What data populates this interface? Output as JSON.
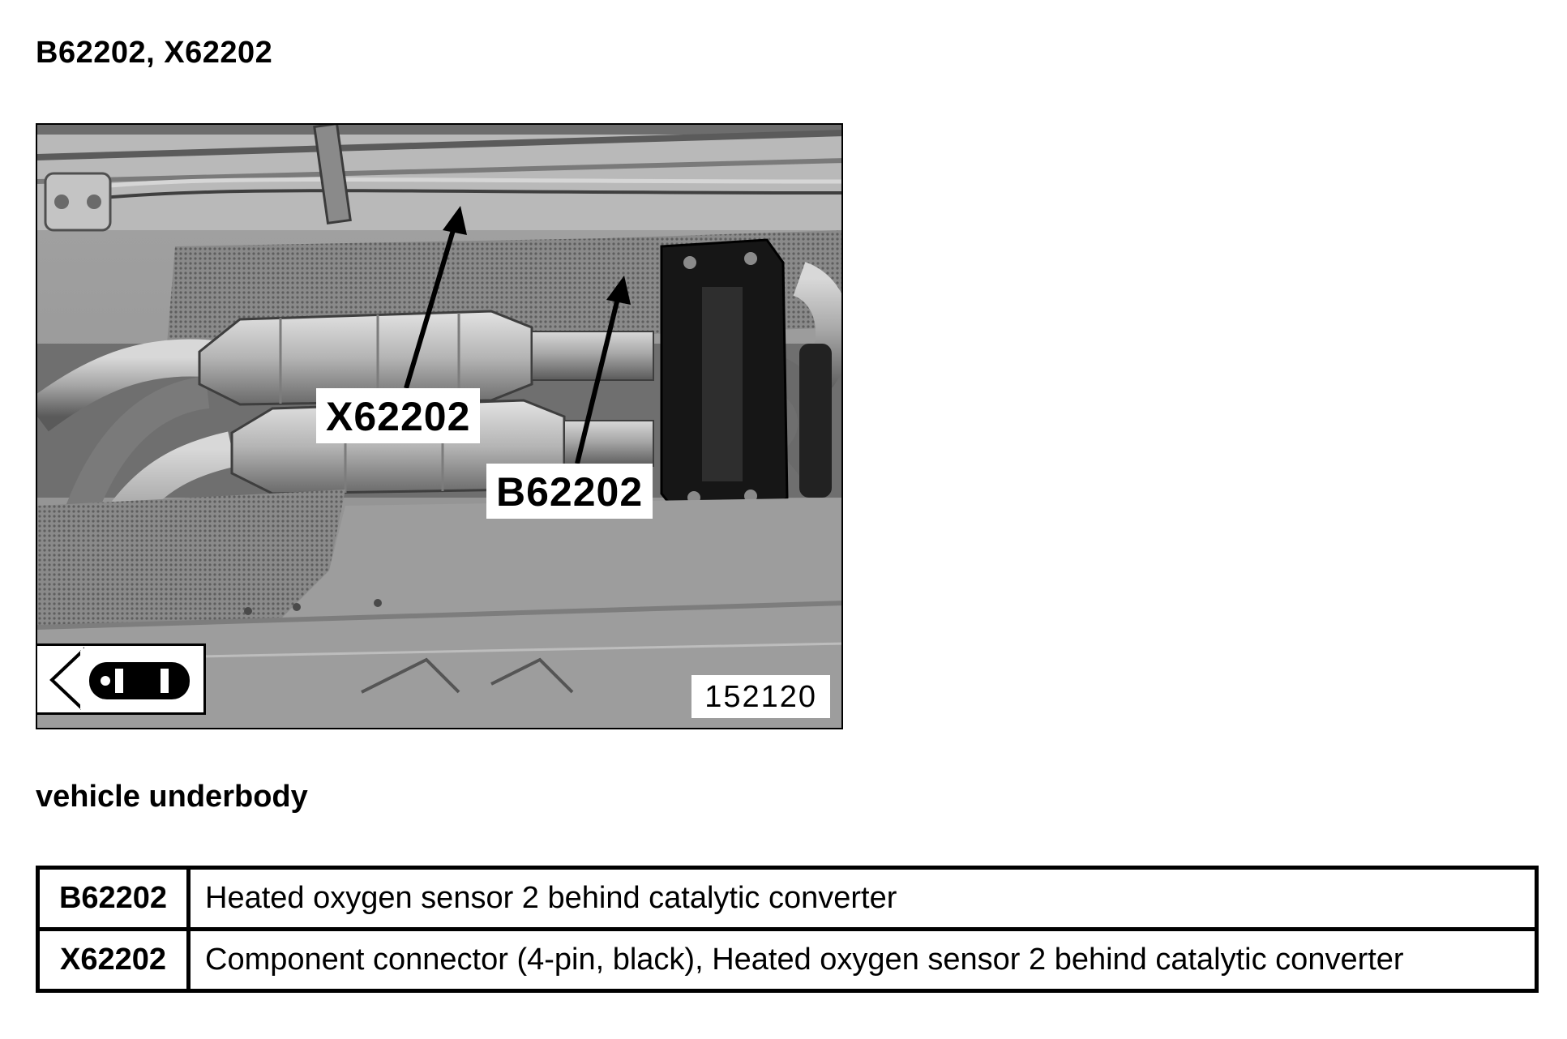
{
  "heading": "B62202, X62202",
  "figure": {
    "callouts": {
      "connector": "X62202",
      "sensor": "B62202"
    },
    "figure_number": "152120",
    "orientation_icon": "vehicle-front-arrow-icon"
  },
  "caption": "vehicle underbody",
  "legend": [
    {
      "code": "B62202",
      "description": "Heated oxygen sensor 2 behind catalytic converter"
    },
    {
      "code": "X62202",
      "description": "Component connector (4-pin, black), Heated oxygen sensor 2 behind catalytic converter"
    }
  ]
}
